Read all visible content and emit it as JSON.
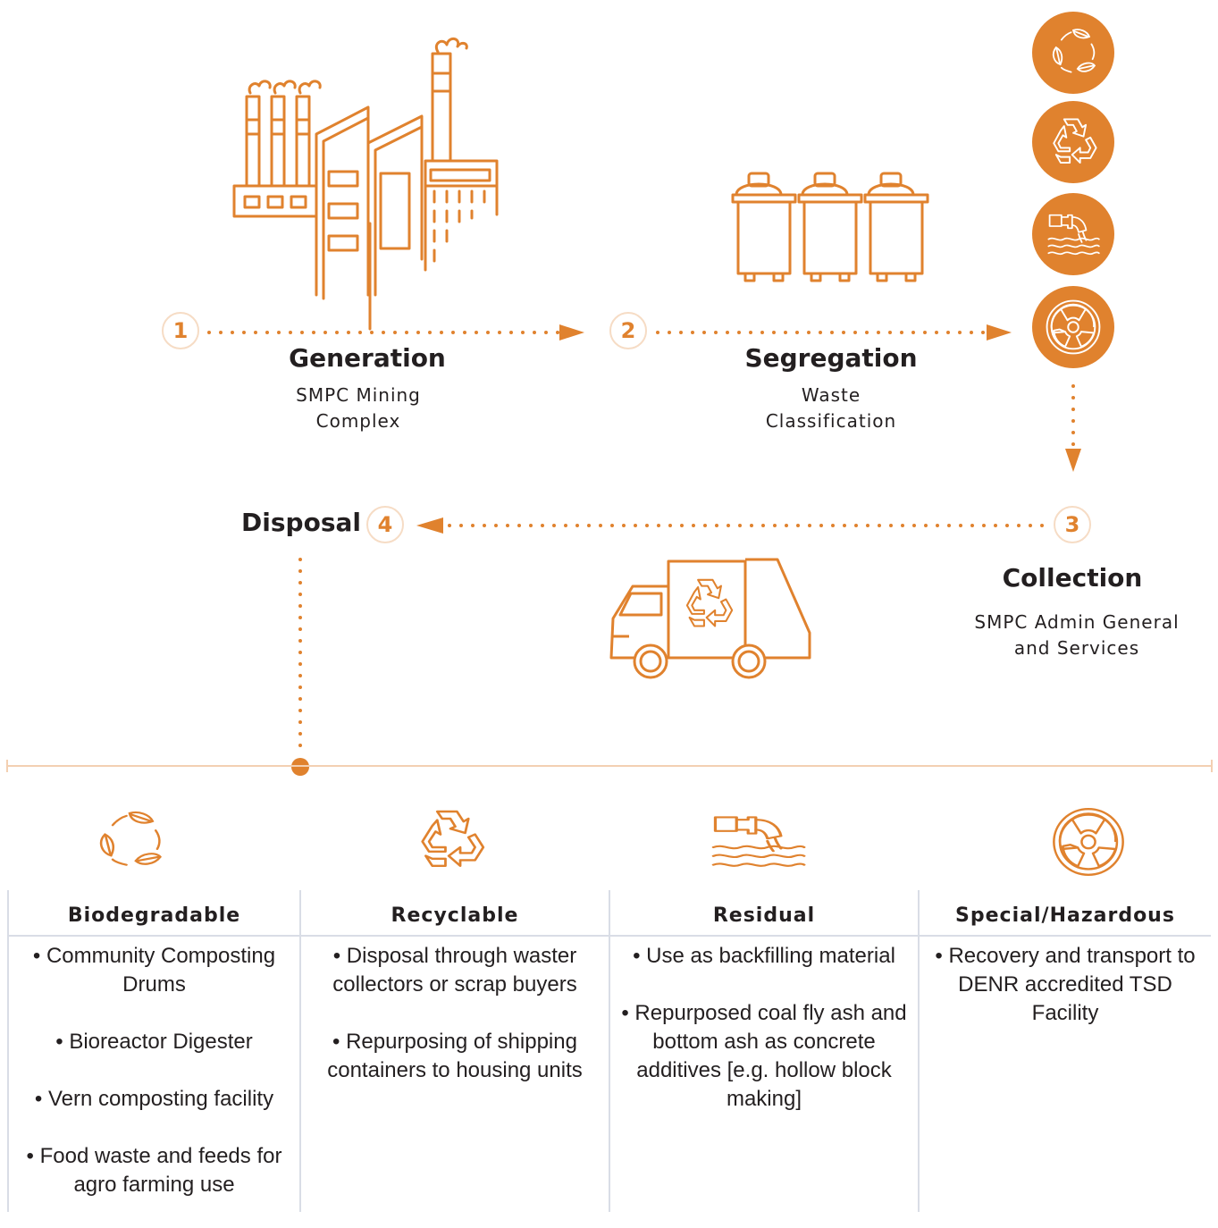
{
  "colors": {
    "accent": "#e0822e",
    "accent_light": "#f6dcc5",
    "rule": "#d9dde6",
    "text": "#231f20"
  },
  "stages": [
    {
      "number": "1",
      "title": "Generation",
      "subtitle": [
        "SMPC Mining",
        "Complex"
      ],
      "icon": "factory-icon"
    },
    {
      "number": "2",
      "title": "Segregation",
      "subtitle": [
        "Waste",
        "Classification"
      ],
      "icon": "waste-bins-icon"
    },
    {
      "number": "3",
      "title": "Collection",
      "subtitle": [
        "SMPC Admin General",
        "and Services"
      ],
      "icon": "garbage-truck-icon"
    },
    {
      "number": "4",
      "title": "Disposal",
      "subtitle": [],
      "icon": ""
    }
  ],
  "segregation_badges": [
    "leaves-cycle-icon",
    "recycle-icon",
    "discharge-pipe-icon",
    "radiation-icon"
  ],
  "categories": [
    {
      "title": "Biodegradable",
      "icon": "leaves-cycle-icon",
      "items": [
        "• Community Composting Drums",
        "• Bioreactor Digester",
        "• Vern composting facility",
        "• Food waste and feeds for agro farming use"
      ]
    },
    {
      "title": "Recyclable",
      "icon": "recycle-icon",
      "items": [
        "• Disposal through waster collectors or scrap buyers",
        "• Repurposing of shipping containers to housing units"
      ]
    },
    {
      "title": "Residual",
      "icon": "discharge-pipe-icon",
      "items": [
        "• Use as backfilling material",
        "• Repurposed coal fly ash and bottom ash as concrete additives [e.g. hollow block making]"
      ]
    },
    {
      "title": "Special/Hazardous",
      "icon": "radiation-icon",
      "items": [
        "• Recovery and transport to DENR accredited TSD Facility"
      ]
    }
  ]
}
